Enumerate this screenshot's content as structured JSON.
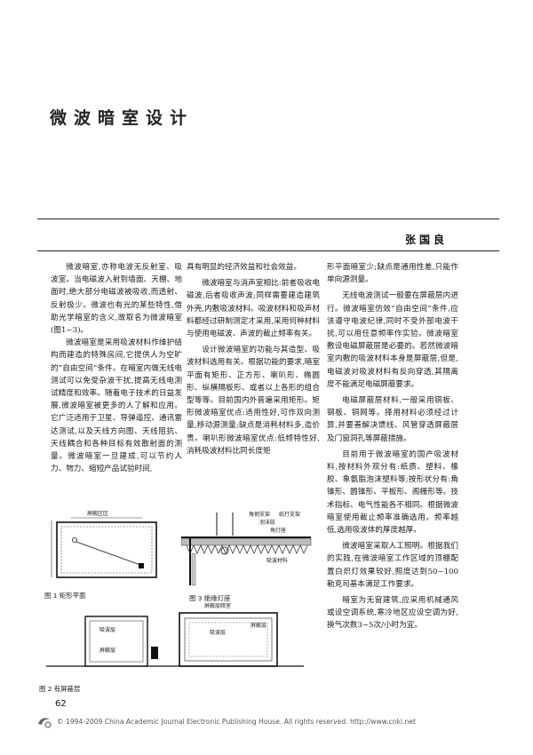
{
  "article": {
    "title": "微波暗室设计",
    "author": "张国良"
  },
  "columns": {
    "col1": [
      "微波暗室,亦称电波无反射室、吸波室。当电磁波入射到墙面、天棚、地面时,绝大部分电磁波被吸收,而透射、反射极少。微波也有光的某些特性,借助光学暗室的含义,故取名为微波暗室(图1~3)。",
      "微波暗室是采用吸波材料作维护结构而建造的特殊房间,它提供人为空旷的“自由空间”条件。在暗室内做无线电测试可以免受杂波干扰,提高无线电测试精度和效率。随着电子技术的日益发展,微波暗室被更多的人了解和应用。它广泛适用于卫星、导弹遥控、通讯雷达测试,以及天线方向图、天线阻抗、天线耦合和各种目标有效散射面的测量。微波暗室一旦建成,可以节约人力、物力、缩短产品试验时间,"
    ],
    "col2": [
      "具有明显的经济效益和社会效益。",
      "微波暗室与消声室相比:前者吸收电磁波,后者吸收声波;同样需要建造建筑外壳,内敷吸波材料。吸波材料和吸声材料都经过研制测定才采用,采用何种材料与使用电磁波、声波的截止频率有关。",
      "设计微波暗室的功能与其造型、吸波材料选用有关。根据功能的要求,暗室平面有矩形、正方形、喇叭形、椭圆形、纵横隔板形、或者以上各形的组合型等等。目前国内外普遍采用矩形。矩形微波暗室优点:适用性好,可作双向测量,移动源测量;缺点是消耗材料多,造价贵。喇叭形微波暗室优点:低频特性好,消耗吸波材料比同长度矩"
    ],
    "col3": [
      "形平面暗室少;缺点是通用性差,只能作单向源测量。",
      "无线电波测试一般要在屏蔽层内进行。微波暗室仿效“自由空间”条件,应该遵守电波纪律,同时不受外部电波干扰,可以用任意频率作实验。微波暗室敷设电磁屏蔽层是必要的。若然微波暗室内敷的吸波材料本身是屏蔽层,但是,电磁波对吸波材料有反向穿透,其隔离度不能满足电磁屏蔽要求。",
      "电磁屏蔽层材料,一般采用铜板、钢板、铜网等。择用材料必须经过计算,并要善解决馈线、风管穿透屏蔽层及门窗洞孔等屏蔽措施。",
      "目前用于微波暗室的国产吸波材料,按材料外观分有:纸质、塑料、橡胶、象氨脂泡沫塑料等;按形状分有:角锥形、圆锥形、平板形、阁栅形等。技术指标、电气性能各不相同。根据微波暗室使用截止频率准确选用。频率越低,选用吸波体的厚度越厚。",
      "微波暗室采取人工照明。根据我们的实践,在微波暗室工作区域的顶棚配置白炽灯效果较好,照度达到50~100勒克司基本满足工作要求。",
      "暗室为无窗建筑,应采用机械通风或设空调系统,寒冷地区应设空调为好,换气次数3~5次/小时为宜。"
    ]
  },
  "figures": {
    "fig1_caption": "图 1   矩形平面",
    "fig2_caption": "图 2   有屏蔽层",
    "fig3_caption": "图 3   绝缘灯座",
    "fig1_top_label": "屏蔽区区",
    "fig3_labels": [
      "角钢支架",
      "纸打支架",
      "泡沫胶",
      "角灯座",
      "吸波材料"
    ],
    "fig2_labels": [
      "吸波层",
      "屏蔽层",
      "吸波层",
      "屏蔽层"
    ],
    "fig2_top_label": "屏蔽层暗室"
  },
  "footer": {
    "page_number": "62",
    "copyright": "© 1994-2009 China Academic Journal Electronic Publishing House. All rights reserved.    http://www.cnki.net"
  }
}
